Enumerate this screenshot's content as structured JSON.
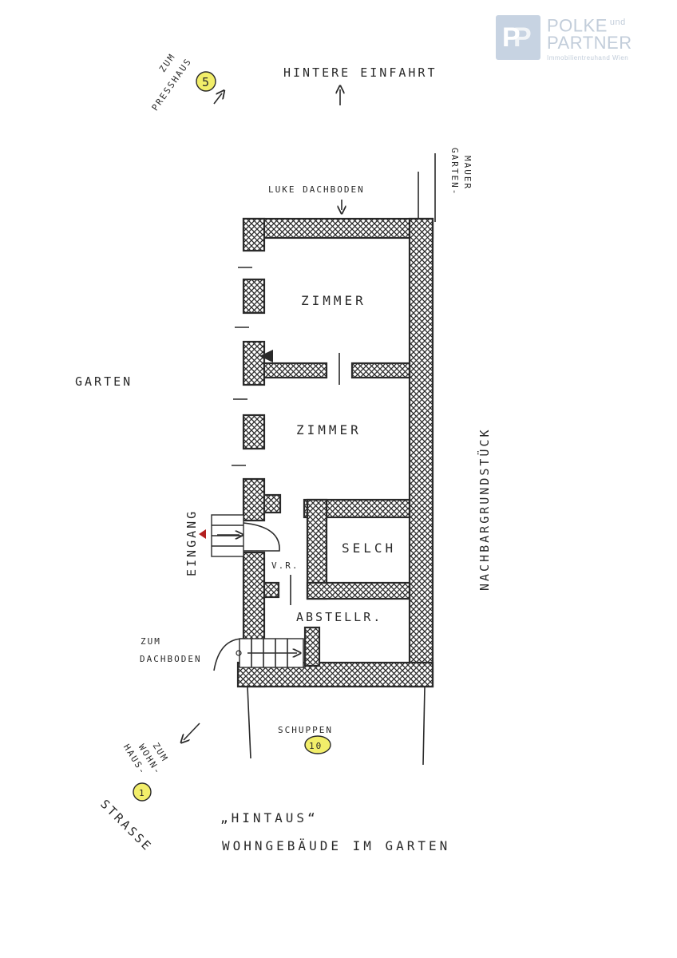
{
  "logo": {
    "mark": "P",
    "name_line1": "POLKE",
    "und": "und",
    "name_line2": "PARTNER",
    "subline": "Immobilientreuhand Wien"
  },
  "labels": {
    "zum_presshaus": [
      "ZUM",
      "PRESSHAUS"
    ],
    "presshaus_number": "5",
    "hintere_einfahrt": "HINTERE EINFAHRT",
    "luke_dachboden": "LUKE DACHBODEN",
    "gartenmauer": [
      "GARTEN-",
      "MAUER"
    ],
    "garten": "GARTEN",
    "nachbargrundstueck": "NACHBARGRUNDSTÜCK",
    "eingang": "EINGANG",
    "zum_dachboden": [
      "ZUM",
      "DACHBODEN"
    ],
    "schuppen": "SCHUPPEN",
    "schuppen_number": "10",
    "zum_wohnhaus": [
      "ZUM",
      "WOHN-",
      "HAUS-"
    ],
    "wohnhaus_number": "1",
    "strasse": "STRASSE",
    "title_line1": "„HINTAUS“",
    "title_line2": "WOHNGEBÄUDE IM GARTEN"
  },
  "rooms": {
    "zimmer_1": "ZIMMER",
    "zimmer_2": "ZIMMER",
    "selch": "SELCH",
    "vorraum": "V.R.",
    "abstellraum": "ABSTELLR."
  },
  "colors": {
    "ink": "#2a2a2a",
    "highlight": "#f2ee6a",
    "logo": "#c7d3e2"
  }
}
